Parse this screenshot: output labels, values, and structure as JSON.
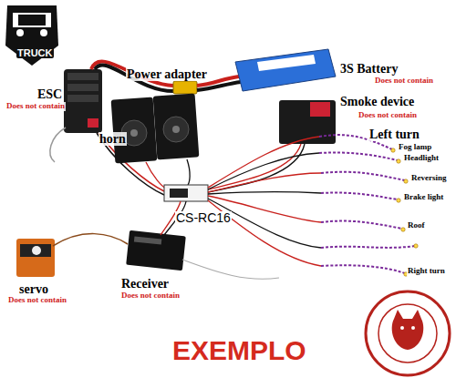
{
  "diagram": {
    "caption": "EXEMPLO",
    "labels": [
      "TRUCK",
      "ESC",
      "Does not contain",
      "Power adapter",
      "3S Battery",
      "Does not contain",
      "Smoke device",
      "Does not contain",
      "Left turn",
      "Fog lamp",
      "Headlight",
      "horn",
      "Reversing",
      "Brake light",
      "CS-RC16",
      "Roof",
      "servo",
      "Does not contain",
      "Receiver",
      "Does not contain",
      "Right turn"
    ]
  }
}
